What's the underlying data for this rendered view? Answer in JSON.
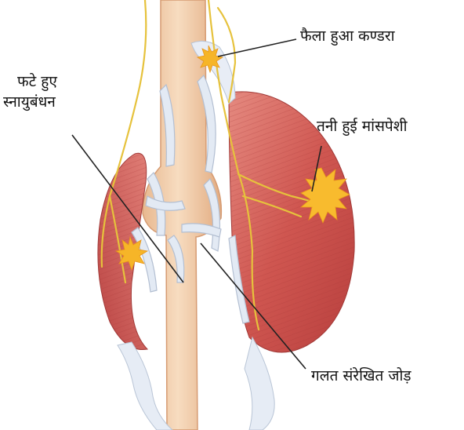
{
  "labels": {
    "stretched_tendon": "फैला हुआ कण्डरा",
    "strained_muscle": "तनी हुई मांसपेशी",
    "torn_ligaments_line1": "फटे हुए",
    "torn_ligaments_line2": "स्नायुबंधन",
    "misaligned_joint": "गलत संरेखित जोड़"
  },
  "colors": {
    "bone": "#f0cba7",
    "muscle": "#cf5a55",
    "ligament": "#dfe7f2",
    "nerve": "#e8c440",
    "injury_burst": "#f6b528",
    "leader_line": "#222222"
  }
}
